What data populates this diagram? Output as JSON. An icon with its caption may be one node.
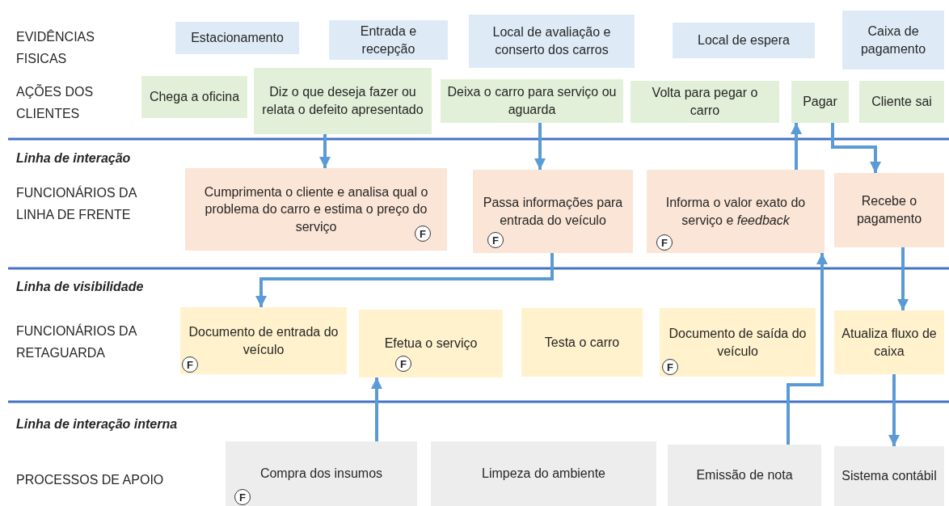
{
  "diagram": {
    "nodes": [
      {
        "text": [
          "Estacionamento"
        ]
      },
      {
        "text": [
          "Entrada e recepção"
        ]
      },
      {
        "text": [
          "Local de avaliação e conserto dos carros"
        ]
      },
      {
        "text": [
          "Local de espera"
        ]
      },
      {
        "text": [
          "Caixa de pagamento"
        ]
      },
      {
        "text": [
          "Chega a oficina"
        ]
      },
      {
        "text": [
          "Diz o que deseja fazer ou relata o defeito apresentado"
        ]
      },
      {
        "text": [
          "Deixa o carro para serviço ou aguarda"
        ]
      },
      {
        "text": [
          "Volta para pegar o carro"
        ]
      },
      {
        "text": [
          "Pagar"
        ]
      },
      {
        "text": [
          "Cliente sai"
        ]
      },
      {
        "text": [
          "Cumprimenta o cliente e analisa qual o problema do carro e estima o preço do serviço"
        ]
      },
      {
        "text": [
          "F"
        ],
        "in": 11
      },
      {
        "text": [
          "Passa informações para entrada do veículo"
        ]
      },
      {
        "text": [
          "F"
        ],
        "in": 13
      },
      {
        "text": [
          "Informa o valor exato do serviço e *feedback*"
        ]
      },
      {
        "text": [
          "F"
        ],
        "in": 15
      },
      {
        "text": [
          "Recebe o pagamento"
        ]
      },
      {
        "text": [
          "Documento de entrada do veículo"
        ]
      },
      {
        "text": [
          "F"
        ],
        "in": 18
      },
      {
        "text": [
          "Efetua o serviço"
        ]
      },
      {
        "text": [
          "F"
        ],
        "in": 20
      },
      {
        "text": [
          "Testa o carro"
        ]
      },
      {
        "text": [
          "Documento de saída do veículo"
        ]
      },
      {
        "text": [
          "F"
        ],
        "in": 23
      },
      {
        "text": [
          "Atualiza fluxo de caixa"
        ]
      },
      {
        "text": [
          "Compra dos insumos"
        ]
      },
      {
        "text": [
          "F"
        ],
        "in": 26
      },
      {
        "text": [
          "Limpeza do ambiente"
        ]
      },
      {
        "text": [
          "Emissão de nota"
        ]
      },
      {
        "text": [
          "Sistema contábil"
        ]
      }
    ],
    "edges": [
      {
        "from": 6,
        "to": 11,
        "arrow": "to"
      },
      {
        "from": 7,
        "to": 13,
        "arrow": "to"
      },
      {
        "from": 15,
        "to": 9,
        "arrow": "to"
      },
      {
        "from": 9,
        "to": 17,
        "arrow": "to"
      },
      {
        "from": 13,
        "to": 18,
        "arrow": "to"
      },
      {
        "from": 17,
        "to": 25,
        "arrow": "to"
      },
      {
        "from": 26,
        "to": 20,
        "arrow": "to"
      },
      {
        "from": 29,
        "to": 15,
        "arrow": "to"
      },
      {
        "from": 25,
        "to": 30,
        "arrow": "to"
      }
    ],
    "labels": [
      "EVIDÊNCIAS FISICAS",
      "AÇÕES DOS CLIENTES",
      "Linha de interação",
      "FUNCIONÁRIOS DA LINHA DE FRENTE",
      "Linha de visibilidade",
      "FUNCIONÁRIOS DA RETAGUARDA",
      "Linha de interação interna",
      "PROCESSOS DE APOIO"
    ]
  }
}
